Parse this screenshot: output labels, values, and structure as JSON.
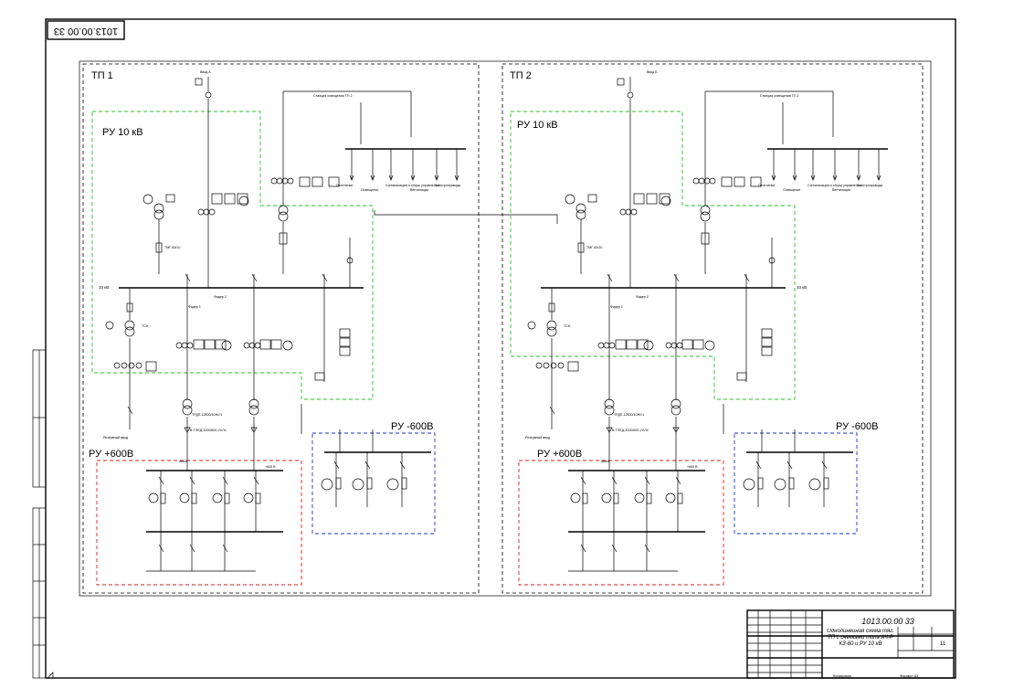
{
  "drawing_code": "1013.00.00 33",
  "title_block": {
    "code": "1013.00.00 33",
    "title": "Однолинейная схема тяг. ТП с очечками типа АЧ-Р КЗ-60 и РУ 10 кВ",
    "sheet": "11",
    "footer_left": "Копировал",
    "footer_right": "Формат А3"
  },
  "substations": [
    {
      "name": "ТП 1",
      "input": "Ввод А",
      "ru10": "РУ 10 кВ",
      "bus10": "10 кВ",
      "ru_plus": "РУ +600В",
      "ru_minus": "РУ -600В",
      "aux": "Станция освещения ТП 2",
      "loads": [
        "Отопление",
        "Освещение",
        "Сигнализация и сборы управления",
        "Вентиляция",
        "Электроприводы"
      ],
      "labels": [
        "Фидер 1",
        "Фидер 2",
        "ТСН",
        "ТМГ-63/10",
        "ТРДП-12500/10ЖУ1",
        "В-ТПЕД-3200/600-УХЛ4",
        "+600 В",
        "Резервный ввод"
      ]
    },
    {
      "name": "ТП 2",
      "input": "Ввод Б",
      "ru10": "РУ 10 кВ",
      "bus10": "10 кВ",
      "ru_plus": "РУ +600В",
      "ru_minus": "РУ -600В",
      "aux": "Станция освещения ТП 2",
      "loads": [
        "Отопление",
        "Освещение",
        "Сигнализация и сборы управления",
        "Вентиляция",
        "Электроприводы"
      ],
      "labels": [
        "Фидер 1",
        "Фидер 2",
        "ТСН",
        "ТМГ-63/10",
        "ТРДП-12500/10ЖУ1",
        "В-ТПЕД-3200/600-УХЛ4",
        "+600 В",
        "Резервный ввод"
      ]
    }
  ],
  "colors": {
    "ru10": "#22c422",
    "ru_plus": "#d42020",
    "ru_minus": "#2230c8"
  }
}
